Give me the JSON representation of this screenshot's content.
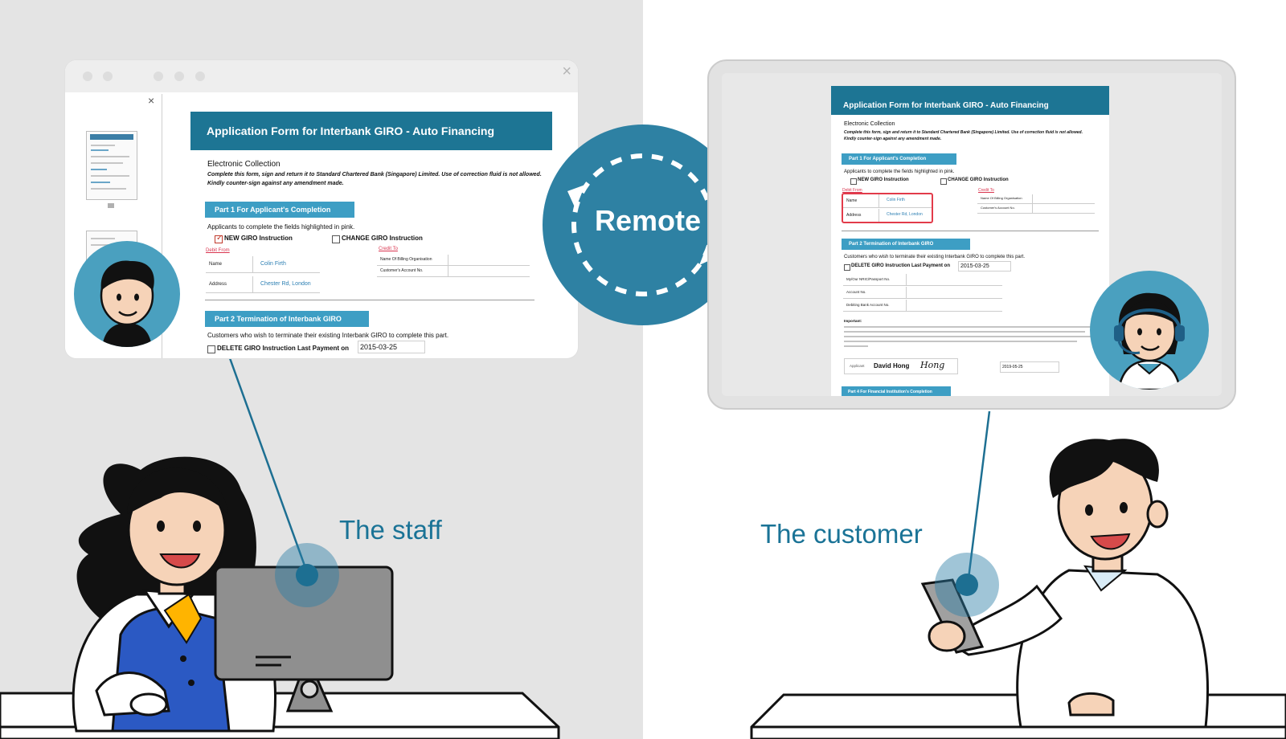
{
  "form": {
    "title": "Application Form for Interbank GIRO - Auto Financing",
    "collection": "Electronic Collection",
    "instructions_line1": "Complete this form, sign and return it to Standard Chartered Bank (Singapore) Limited. Use of correction fluid is not allowed.",
    "instructions_line2": "Kindly counter-sign against any amendment made.",
    "part1_title": "Part 1 For Applicant's Completion",
    "part1_note": "Applicants to complete the fields highlighted in pink.",
    "new_giro": "NEW GIRO Instruction",
    "change_giro": "CHANGE GIRO Instruction",
    "debit_from": "Debit From",
    "credit_to": "Credit To",
    "name_label": "Name",
    "name_value": "Colin Firth",
    "address_label": "Address",
    "address_value": "Chester Rd, London",
    "billing_org_label": "Name Of Billing Organisation",
    "customer_account_label": "Customer's Account No.",
    "part2_title": "Part 2 Termination of Interbank GIRO",
    "part2_note": "Customers who wish to terminate their existing Interbank GIRO to complete this part.",
    "delete_giro": "DELETE GIRO Instruction Last Payment on",
    "last_payment_date": "2015-03-25"
  },
  "customer_form": {
    "title": "Application Form for Interbank GIRO - Auto Financing",
    "nric_label": "My/Our NRIC/Passport No.",
    "account_label": "Account No.",
    "debiting_bank_label": "Debiting Bank Account No.",
    "important": "Important:",
    "applicant_label": "Applicant",
    "applicant_name": "David Hong",
    "signature": "Hong",
    "sign_date": "2019-05-25",
    "part4_title": "Part 4 For Financial Institution's Completion"
  },
  "badge": {
    "label": "Remote"
  },
  "labels": {
    "staff": "The staff",
    "customer": "The customer"
  },
  "colors": {
    "brand": "#1d7594",
    "accent": "#3d9ec4",
    "label_text": "#1a7396",
    "highlight_red": "#d9354f"
  }
}
